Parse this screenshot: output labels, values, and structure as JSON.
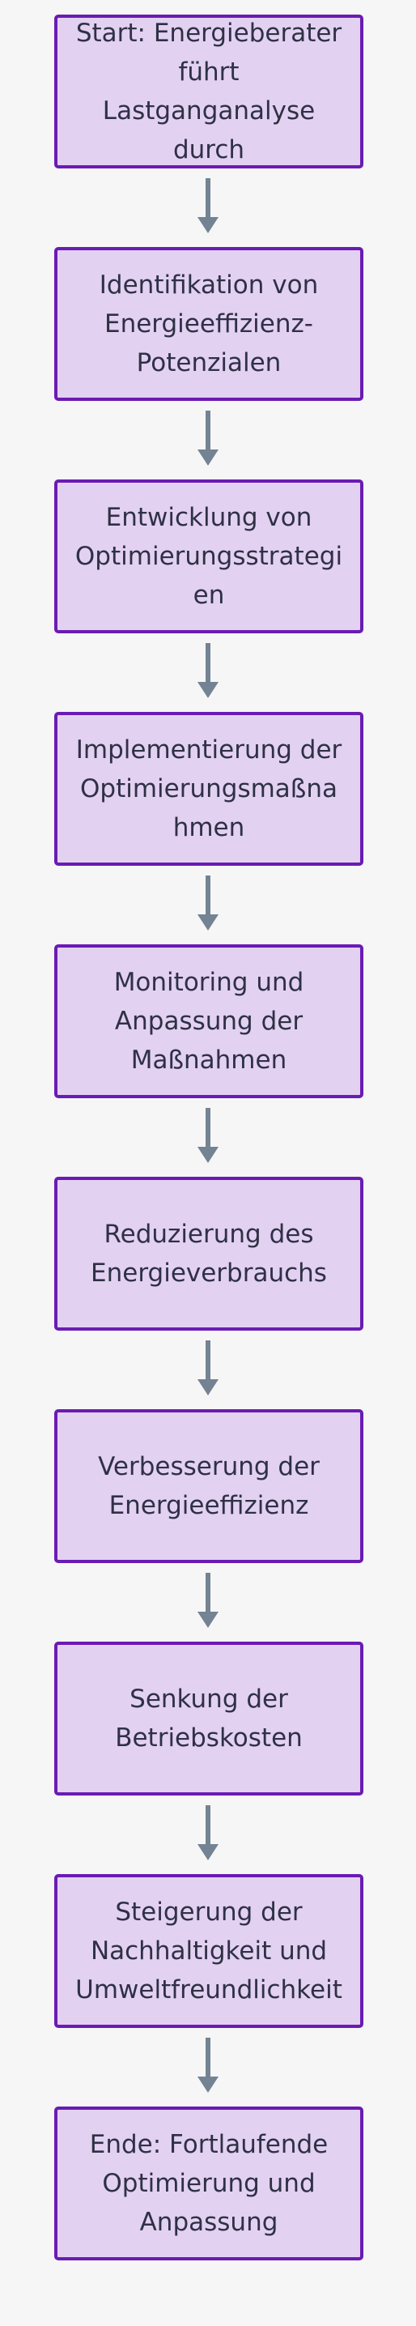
{
  "diagram": {
    "type": "flowchart",
    "direction": "top-to-bottom",
    "colors": {
      "background": "#f6f6f6",
      "node_fill": "#e3d1f2",
      "node_border": "#6a1bb3",
      "node_text": "#2f3145",
      "arrow": "#738393"
    },
    "nodes": [
      {
        "id": "n1",
        "label": "Start: Energieberater führt Lastganganalyse durch"
      },
      {
        "id": "n2",
        "label": "Identifikation von Energieeffizienz-Potenzialen"
      },
      {
        "id": "n3",
        "label": "Entwicklung von Optimierungsstrategien"
      },
      {
        "id": "n4",
        "label": "Implementierung der Optimierungsmaßnahmen"
      },
      {
        "id": "n5",
        "label": "Monitoring und Anpassung der Maßnahmen"
      },
      {
        "id": "n6",
        "label": "Reduzierung des Energieverbrauchs"
      },
      {
        "id": "n7",
        "label": "Verbesserung der Energieeffizienz"
      },
      {
        "id": "n8",
        "label": "Senkung der Betriebskosten"
      },
      {
        "id": "n9",
        "label": "Steigerung der Nachhaltigkeit und Umweltfreundlichkeit"
      },
      {
        "id": "n10",
        "label": "Ende: Fortlaufende Optimierung und Anpassung"
      }
    ],
    "edges": [
      {
        "from": "n1",
        "to": "n2"
      },
      {
        "from": "n2",
        "to": "n3"
      },
      {
        "from": "n3",
        "to": "n4"
      },
      {
        "from": "n4",
        "to": "n5"
      },
      {
        "from": "n5",
        "to": "n6"
      },
      {
        "from": "n6",
        "to": "n7"
      },
      {
        "from": "n7",
        "to": "n8"
      },
      {
        "from": "n8",
        "to": "n9"
      },
      {
        "from": "n9",
        "to": "n10"
      }
    ]
  }
}
